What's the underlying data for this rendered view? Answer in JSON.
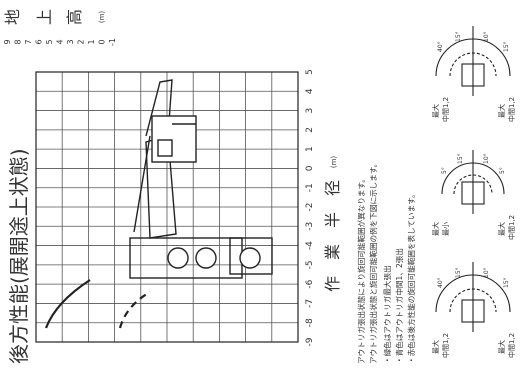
{
  "title": "後方性能(展開途上状態)",
  "height_axis": {
    "label_chars": [
      "地",
      "上",
      "高"
    ],
    "unit": "(m)",
    "ticks": [
      "9",
      "8",
      "7",
      "6",
      "5",
      "4",
      "3",
      "2",
      "1",
      "0",
      "-1"
    ]
  },
  "radius_axis": {
    "label_chars": [
      "作",
      "業",
      "半",
      "径"
    ],
    "unit": "(m)",
    "ticks": [
      "-9",
      "-8",
      "-7",
      "-6",
      "-5",
      "-4",
      "-3",
      "-2",
      "-1",
      "0",
      "1",
      "2",
      "3",
      "4",
      "5"
    ]
  },
  "notes": [
    "アウトリガ張出状態により旋回可能範囲が異なります。",
    "アウトリガ張出状態と旋回可能範囲の例を下図に示します。",
    "・緑色はアウトリガ最大張出",
    "・青色はアウトリガ中間1、2張出",
    "・赤色は後方性能の旋回可能範囲を表しています。"
  ],
  "outrigger_examples": [
    {
      "left_top": "最大",
      "left_bottom": "中間1,2",
      "right_top": "最大",
      "right_bottom": "中間1,2",
      "ang1": "40°",
      "ang2": "15°",
      "ang3": "10°",
      "ang4": "15°"
    },
    {
      "left_top": "最大",
      "left_bottom": "最小",
      "right_top": "最大",
      "right_bottom": "中間1,2",
      "ang1": "5°",
      "ang2": "15°",
      "ang3": "10°",
      "ang4": "5°"
    },
    {
      "left_top": "最大",
      "left_bottom": "中間1,2",
      "right_top": "最大",
      "right_bottom": "中間1,2",
      "ang1": "40°",
      "ang2": "15°",
      "ang3": "10°",
      "ang4": "15°"
    }
  ],
  "colors": {
    "line": "#222222",
    "grid": "#555555",
    "text": "#333333"
  }
}
